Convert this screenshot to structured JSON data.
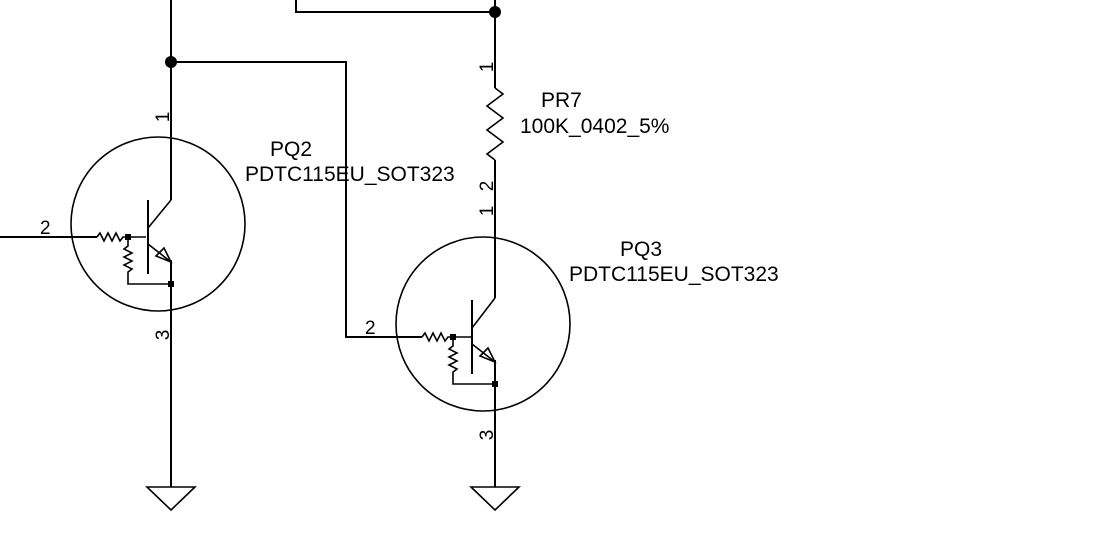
{
  "components": {
    "pr7": {
      "ref": "PR7",
      "value": "100K_0402_5%",
      "pin_top": "1",
      "pin_bottom": "2"
    },
    "pq2": {
      "ref": "PQ2",
      "value": "PDTC115EU_SOT323",
      "pin_collector": "1",
      "pin_base": "2",
      "pin_emitter": "3"
    },
    "pq3": {
      "ref": "PQ3",
      "value": "PDTC115EU_SOT323",
      "pin_collector": "1",
      "pin_base": "2",
      "pin_emitter": "3"
    }
  }
}
